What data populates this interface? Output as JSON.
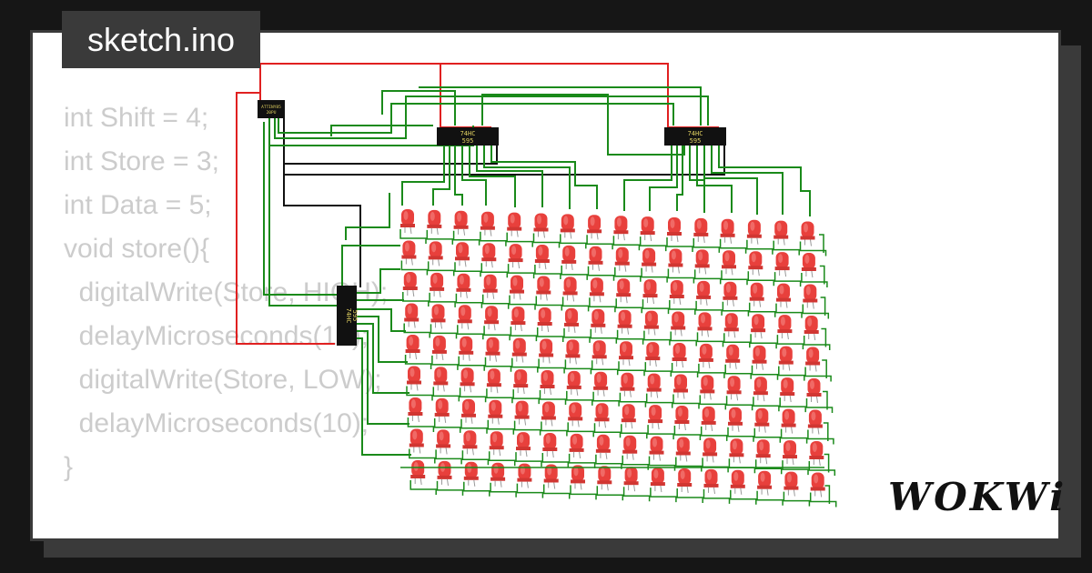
{
  "file_name": "sketch.ino",
  "code_lines": [
    "int Shift = 4;",
    "int Store = 3;",
    "int Data = 5;",
    "",
    "void store(){",
    "  digitalWrite(Store, HIGH);",
    "  delayMicroseconds(10);",
    "  digitalWrite(Store, LOW);",
    "  delayMicroseconds(10);",
    "}"
  ],
  "chips": {
    "mcu_line1": "ATTINY85",
    "mcu_line2": "20PU",
    "shift_reg_line1": "74HC",
    "shift_reg_line2": "595"
  },
  "brand": "WOKWi",
  "colors": {
    "wire_power": "#e02020",
    "wire_ground": "#111111",
    "wire_signal": "#1a8a1a",
    "led": "#e8403c",
    "code_text": "#cccccc"
  }
}
